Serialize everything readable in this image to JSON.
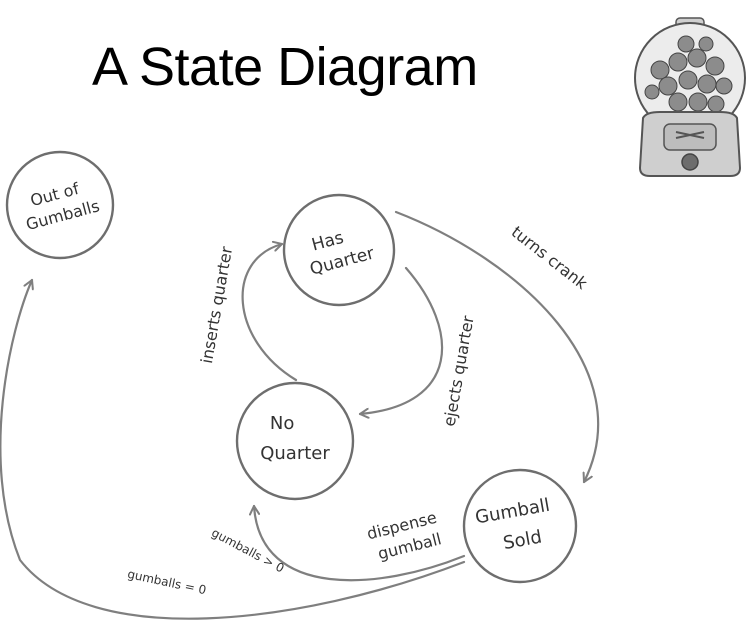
{
  "title": "A State Diagram",
  "states": {
    "out_of_gumballs": [
      "Out of",
      "Gumballs"
    ],
    "has_quarter": [
      "Has",
      "Quarter"
    ],
    "no_quarter": [
      "No",
      "Quarter"
    ],
    "gumball_sold": [
      "Gumball",
      "Sold"
    ]
  },
  "transitions": {
    "inserts_quarter": "inserts quarter",
    "ejects_quarter": "ejects quarter",
    "turns_crank": "turns crank",
    "dispense_gumball": [
      "dispense",
      "gumball"
    ],
    "gumballs_gt_0": "gumballs > 0",
    "gumballs_eq_0": "gumballs = 0"
  }
}
